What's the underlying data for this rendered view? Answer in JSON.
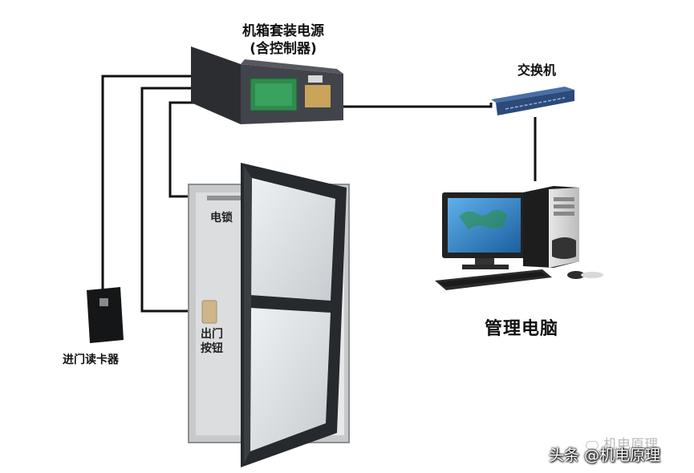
{
  "labels": {
    "control_box_line1": "机箱套装电源",
    "control_box_line2": "(含控制器)",
    "switch": "交换机",
    "computer": "管理电脑",
    "card_reader": "进门读卡器",
    "electric_lock": "电锁",
    "exit_button_line1": "出门",
    "exit_button_line2": "按钮"
  },
  "watermark": {
    "faint": "机电原理",
    "main": "头条 @机电原理"
  },
  "colors": {
    "wire": "#111111",
    "door_frame": "#2c2f33",
    "wall": "#d9dadb",
    "cabinet": "#3a3c40",
    "monitor_screen": "#2f7fc4"
  }
}
